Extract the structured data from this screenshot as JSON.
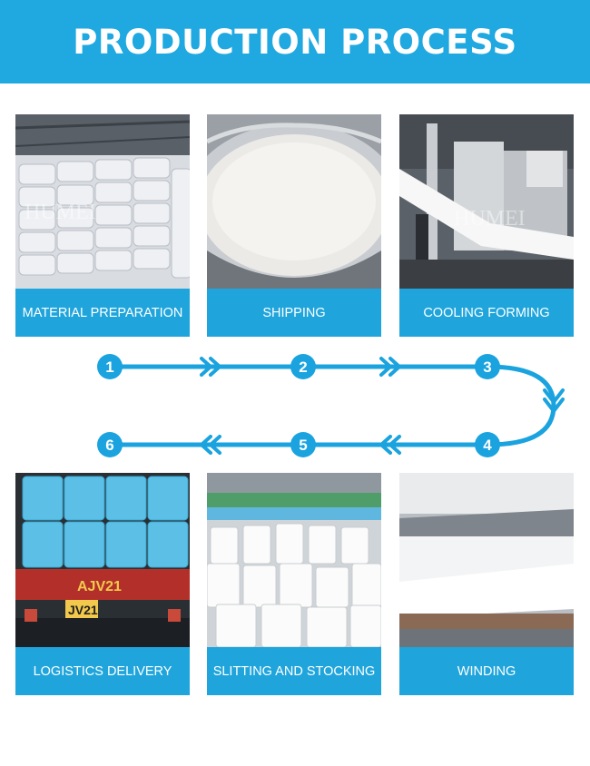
{
  "header": {
    "title": "PRODUCTION PROCESS"
  },
  "watermark": "HUMEI",
  "steps": [
    {
      "number": "1",
      "caption": "MATERIAL PREPARATION",
      "image": "bagged-raw-material-image"
    },
    {
      "number": "2",
      "caption": "SHIPPING",
      "image": "pellet-bin-image"
    },
    {
      "number": "3",
      "caption": "COOLING FORMING",
      "image": "forming-machine-image"
    },
    {
      "number": "4",
      "caption": "WINDING",
      "image": "winding-machine-image"
    },
    {
      "number": "5",
      "caption": "SLITTING AND STOCKING",
      "image": "fabric-rolls-stock-image"
    },
    {
      "number": "6",
      "caption": "LOGISTICS DELIVERY",
      "image": "loaded-truck-image"
    }
  ],
  "truck": {
    "plate": "JV21",
    "sign": "AJV21"
  },
  "colors": {
    "accent": "#20a8e0",
    "caption_bg": "#1fa5dc",
    "flow_line": "#1aa3de"
  }
}
